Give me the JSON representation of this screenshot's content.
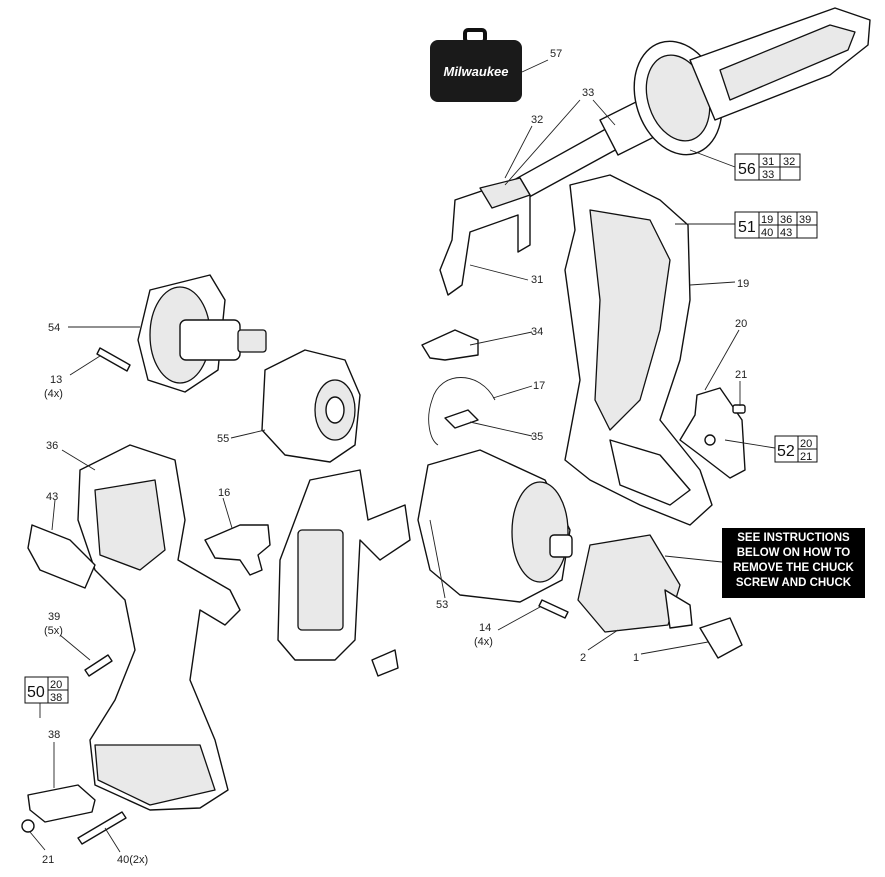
{
  "brand": {
    "logo_text": "Milwaukee"
  },
  "callouts": {
    "c57": "57",
    "c33": "33",
    "c32": "32",
    "c31": "31",
    "c19": "19",
    "c20": "20",
    "c21a": "21",
    "c54": "54",
    "c13": "13",
    "c13q": "(4x)",
    "c34": "34",
    "c17": "17",
    "c35": "35",
    "c55": "55",
    "c36": "36",
    "c16": "16",
    "c43": "43",
    "c39": "39",
    "c39q": "(5x)",
    "c53": "53",
    "c14": "14",
    "c14q": "(4x)",
    "c2": "2",
    "c1": "1",
    "c38": "38",
    "c21b": "21",
    "c40": "40(2x)"
  },
  "kits": {
    "k56": {
      "main": "56",
      "r1": [
        "31",
        "32"
      ],
      "r2": [
        "33",
        ""
      ]
    },
    "k51": {
      "main": "51",
      "r1": [
        "19",
        "36",
        "39"
      ],
      "r2": [
        "40",
        "43",
        ""
      ]
    },
    "k52": {
      "main": "52",
      "r1": [
        "20"
      ],
      "r2": [
        "21"
      ]
    },
    "k50": {
      "main": "50",
      "r1": [
        "20"
      ],
      "r2": [
        "38"
      ]
    }
  },
  "note": {
    "lines": [
      "SEE  INSTRUCTIONS",
      "BELOW ON HOW TO",
      "REMOVE THE CHUCK",
      "SCREW AND CHUCK"
    ]
  }
}
